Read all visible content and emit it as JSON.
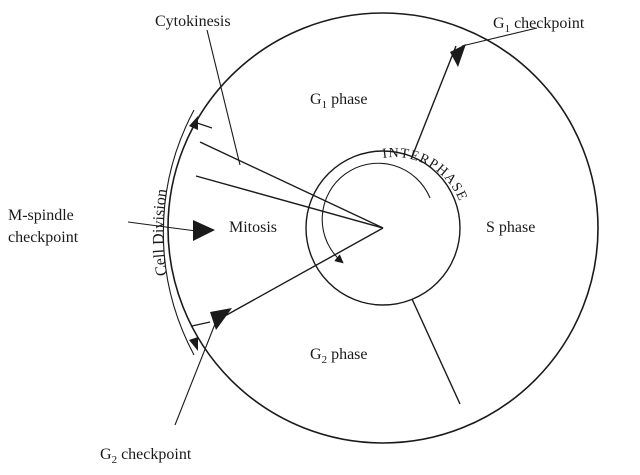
{
  "diagram": {
    "labels": {
      "cytokinesis": "Cytokinesis",
      "g1_checkpoint_main": "G",
      "g1_checkpoint_sub": "1",
      "g1_checkpoint_rest": " checkpoint",
      "g1_phase_main": "G",
      "g1_phase_sub": "1",
      "g1_phase_rest": " phase",
      "s_phase": "S phase",
      "g2_phase_main": "G",
      "g2_phase_sub": "2",
      "g2_phase_rest": " phase",
      "mitosis": "Mitosis",
      "m_spindle_line1": "M-spindle",
      "m_spindle_line2": "checkpoint",
      "cell_division": "Cell Division",
      "interphase": "INTERPHASE",
      "g2_checkpoint_main": "G",
      "g2_checkpoint_sub": "2",
      "g2_checkpoint_rest": " checkpoint"
    },
    "colors": {
      "ink": "#1a1a1a",
      "background": "#ffffff"
    }
  }
}
